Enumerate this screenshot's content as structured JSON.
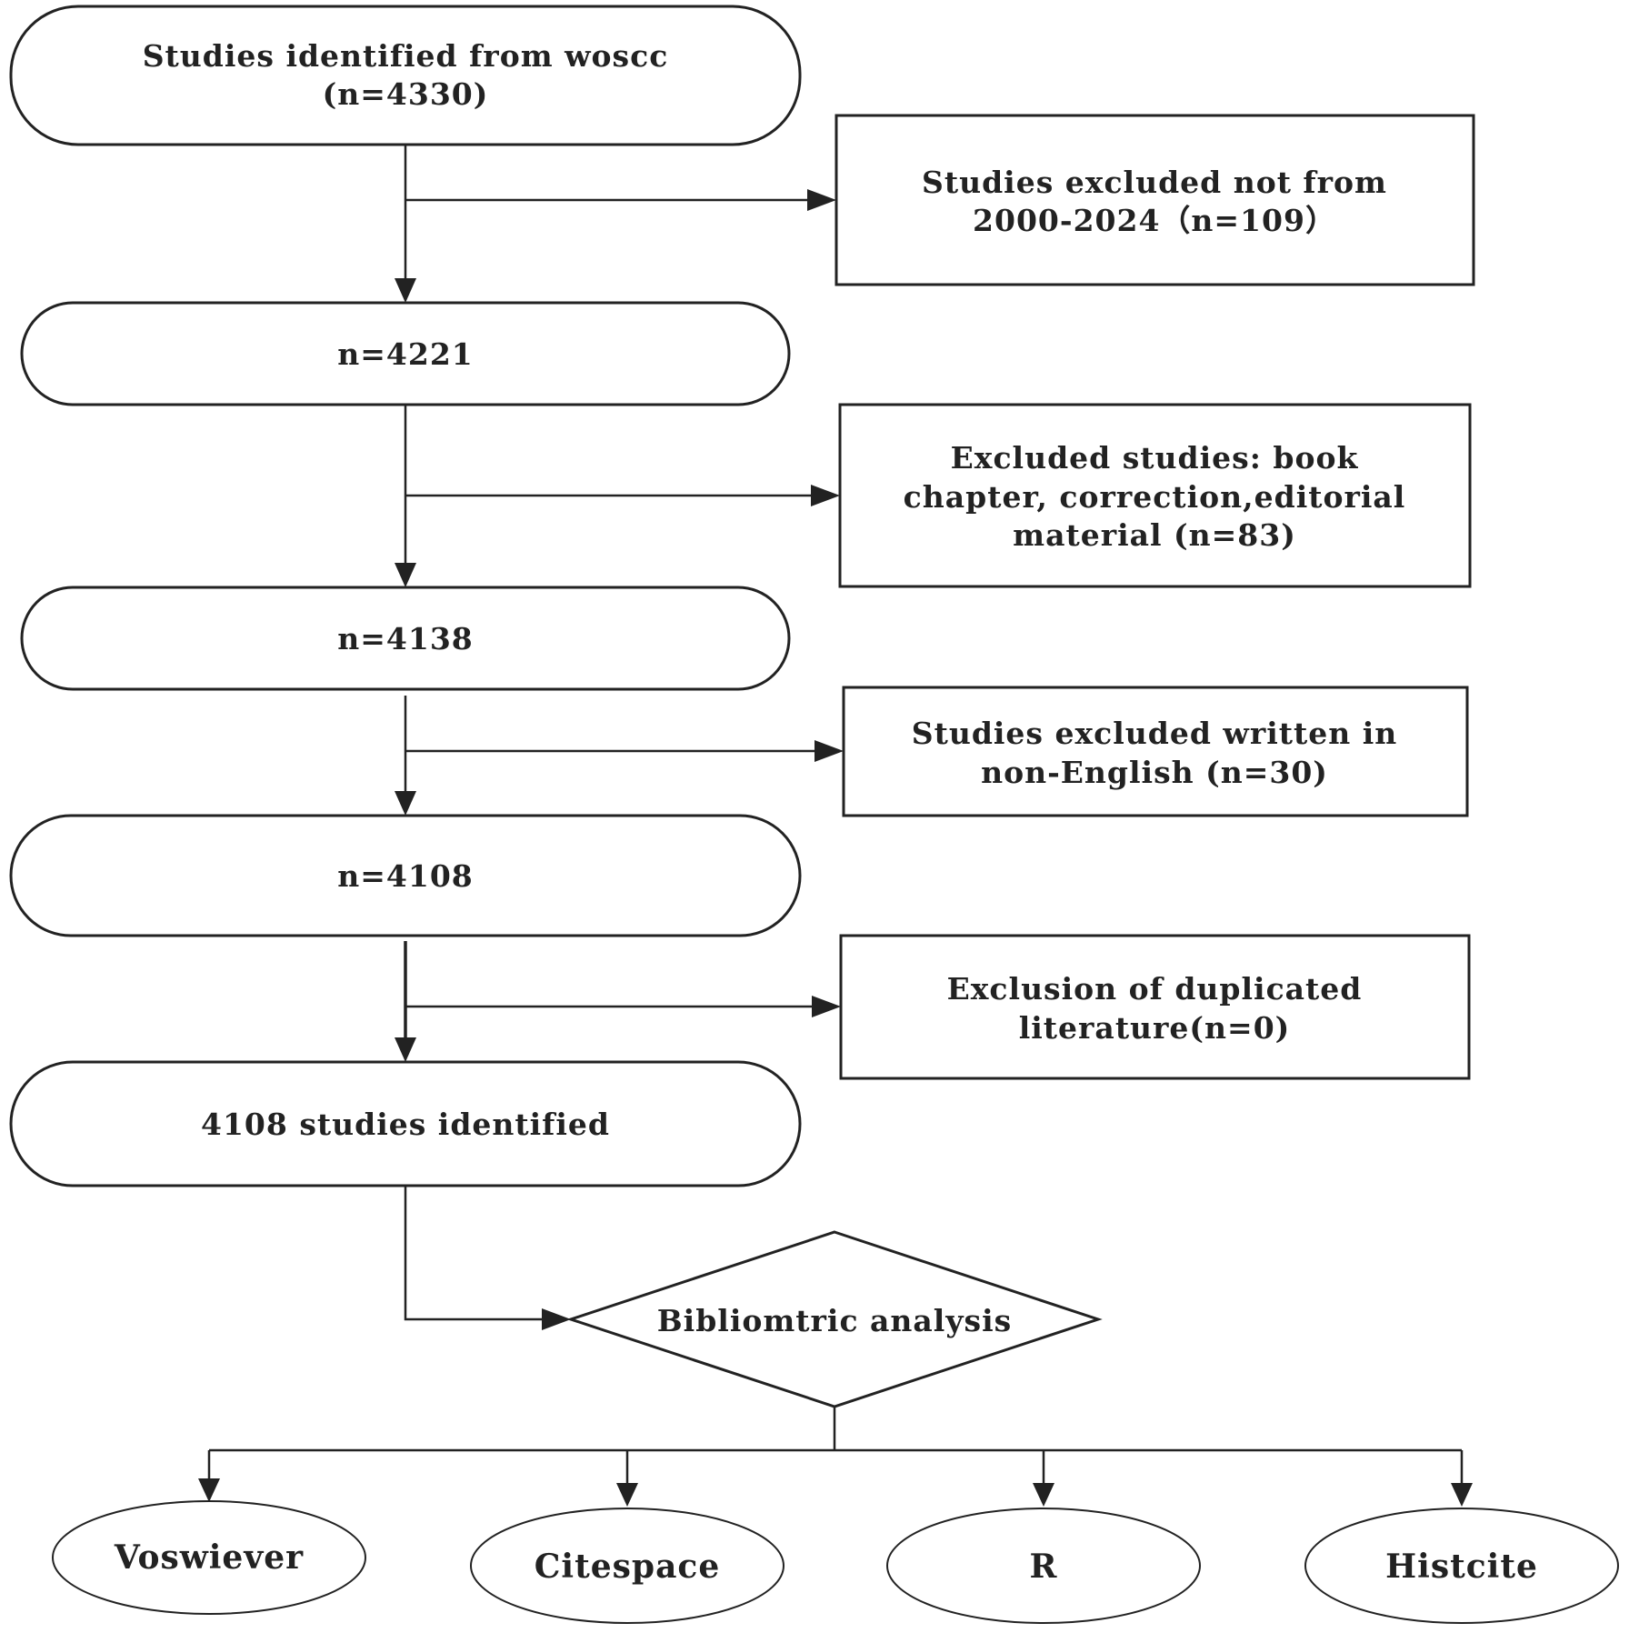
{
  "flow": {
    "start": {
      "line1": "Studies identified from woscc",
      "line2": "(n=4330)"
    },
    "step1": {
      "text": "n=4221"
    },
    "step2": {
      "text": "n=4138"
    },
    "step3": {
      "text": "n=4108"
    },
    "final": {
      "text": "4108 studies identified"
    },
    "decision": {
      "text": "Bibliomtric analysis"
    }
  },
  "exclusions": [
    {
      "lines": [
        "Studies excluded not from",
        "2000-2024（n=109）"
      ]
    },
    {
      "lines": [
        "Excluded studies: book",
        "chapter, correction,editorial",
        "material (n=83)"
      ]
    },
    {
      "lines": [
        "Studies excluded written in",
        "non-English (n=30)"
      ]
    },
    {
      "lines": [
        "Exclusion of duplicated",
        "literature(n=0)"
      ]
    }
  ],
  "tools": [
    {
      "label": "Voswiever",
      "color": "#6e6e6e"
    },
    {
      "label": "Citespace",
      "color": "#e84a47"
    },
    {
      "label": "R",
      "color": "#7ed63e"
    },
    {
      "label": "Histcite",
      "color": "#5677ee"
    }
  ]
}
